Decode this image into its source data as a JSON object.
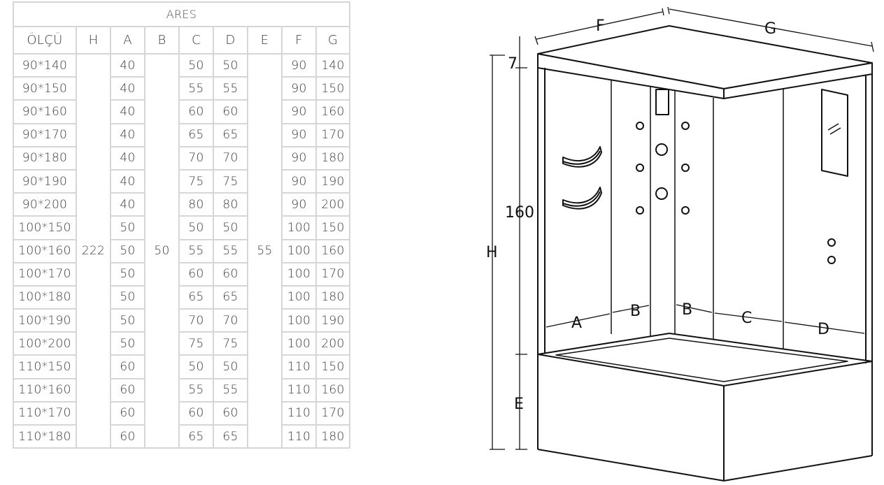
{
  "table": {
    "title": "ARES",
    "headers": [
      "ÖLÇÜ",
      "H",
      "A",
      "B",
      "C",
      "D",
      "E",
      "F",
      "G"
    ],
    "merged": {
      "H": "222",
      "B": "50",
      "E": "55"
    },
    "rows": [
      [
        "90*140",
        "40",
        "50",
        "50",
        "90",
        "140"
      ],
      [
        "90*150",
        "40",
        "55",
        "55",
        "90",
        "150"
      ],
      [
        "90*160",
        "40",
        "60",
        "60",
        "90",
        "160"
      ],
      [
        "90*170",
        "40",
        "65",
        "65",
        "90",
        "170"
      ],
      [
        "90*180",
        "40",
        "70",
        "70",
        "90",
        "180"
      ],
      [
        "90*190",
        "40",
        "75",
        "75",
        "90",
        "190"
      ],
      [
        "90*200",
        "40",
        "80",
        "80",
        "90",
        "200"
      ],
      [
        "100*150",
        "50",
        "50",
        "50",
        "100",
        "150"
      ],
      [
        "100*160",
        "50",
        "55",
        "55",
        "100",
        "160"
      ],
      [
        "100*170",
        "50",
        "60",
        "60",
        "100",
        "170"
      ],
      [
        "100*180",
        "50",
        "65",
        "65",
        "100",
        "180"
      ],
      [
        "100*190",
        "50",
        "70",
        "70",
        "100",
        "190"
      ],
      [
        "100*200",
        "50",
        "75",
        "75",
        "100",
        "200"
      ],
      [
        "110*150",
        "60",
        "50",
        "50",
        "110",
        "150"
      ],
      [
        "110*160",
        "60",
        "55",
        "55",
        "110",
        "160"
      ],
      [
        "110*170",
        "60",
        "60",
        "60",
        "110",
        "170"
      ],
      [
        "110*180",
        "60",
        "65",
        "65",
        "110",
        "180"
      ]
    ]
  },
  "diagram": {
    "labels": {
      "F": "F",
      "G": "G",
      "top_height": "7",
      "inner_height": "160",
      "H": "H",
      "A": "A",
      "B1": "B",
      "B2": "B",
      "C": "C",
      "D": "D",
      "E": "E"
    }
  }
}
